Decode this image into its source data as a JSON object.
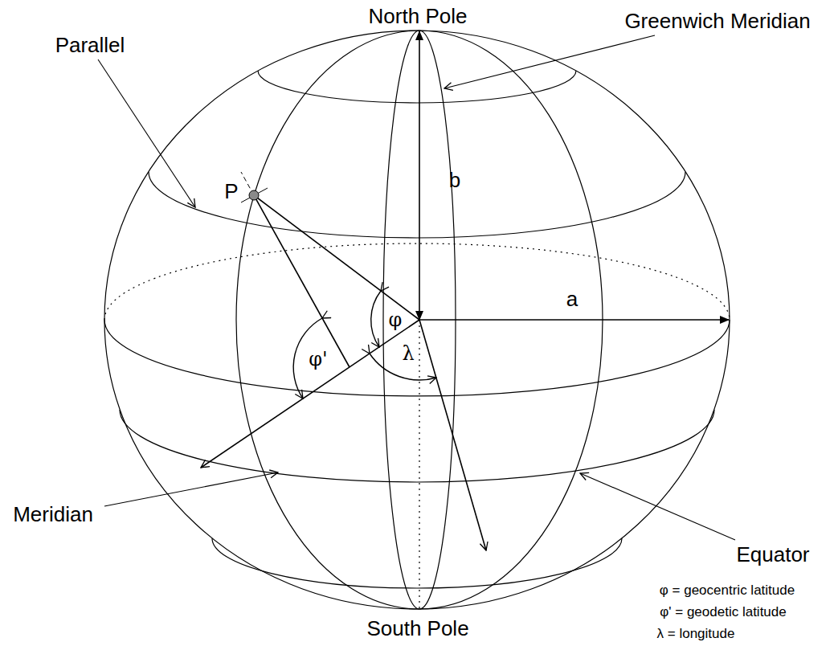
{
  "diagram": {
    "labels": [
      "North Pole",
      "Greenwich Meridian",
      "Parallel",
      "P",
      "b",
      "a",
      "φ",
      "φ'",
      "λ",
      "Equator",
      "Meridian",
      "South Pole",
      "φ = geocentric latitude",
      "φ' = geodetic latitude",
      "λ = longitude"
    ]
  }
}
